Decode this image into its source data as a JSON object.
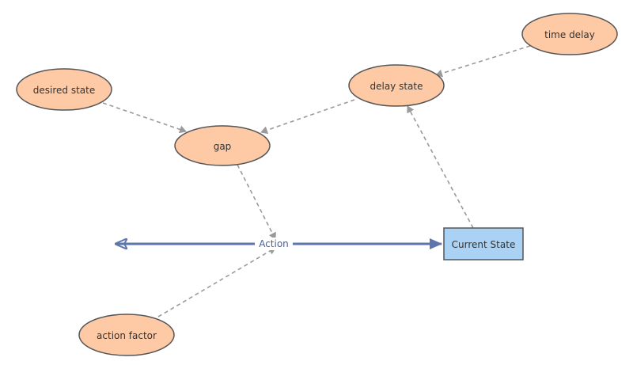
{
  "colors": {
    "variable_fill": "#fecaa6",
    "variable_stroke": "#555555",
    "stock_fill": "#a9d2f4",
    "stock_stroke": "#555555",
    "flow": "#5e75ad",
    "link": "#9a9a9a"
  },
  "variables": {
    "desired_state": "desired state",
    "delay_state": "delay state",
    "time_delay": "time delay",
    "gap": "gap",
    "action_factor": "action factor"
  },
  "stock": {
    "current_state": "Current State"
  },
  "flow": {
    "action": "Action"
  },
  "links": [
    {
      "from": "desired state",
      "to": "gap"
    },
    {
      "from": "delay state",
      "to": "gap"
    },
    {
      "from": "time delay",
      "to": "delay state"
    },
    {
      "from": "gap",
      "to": "Action"
    },
    {
      "from": "action factor",
      "to": "Action"
    },
    {
      "from": "Current State",
      "to": "delay state"
    }
  ]
}
